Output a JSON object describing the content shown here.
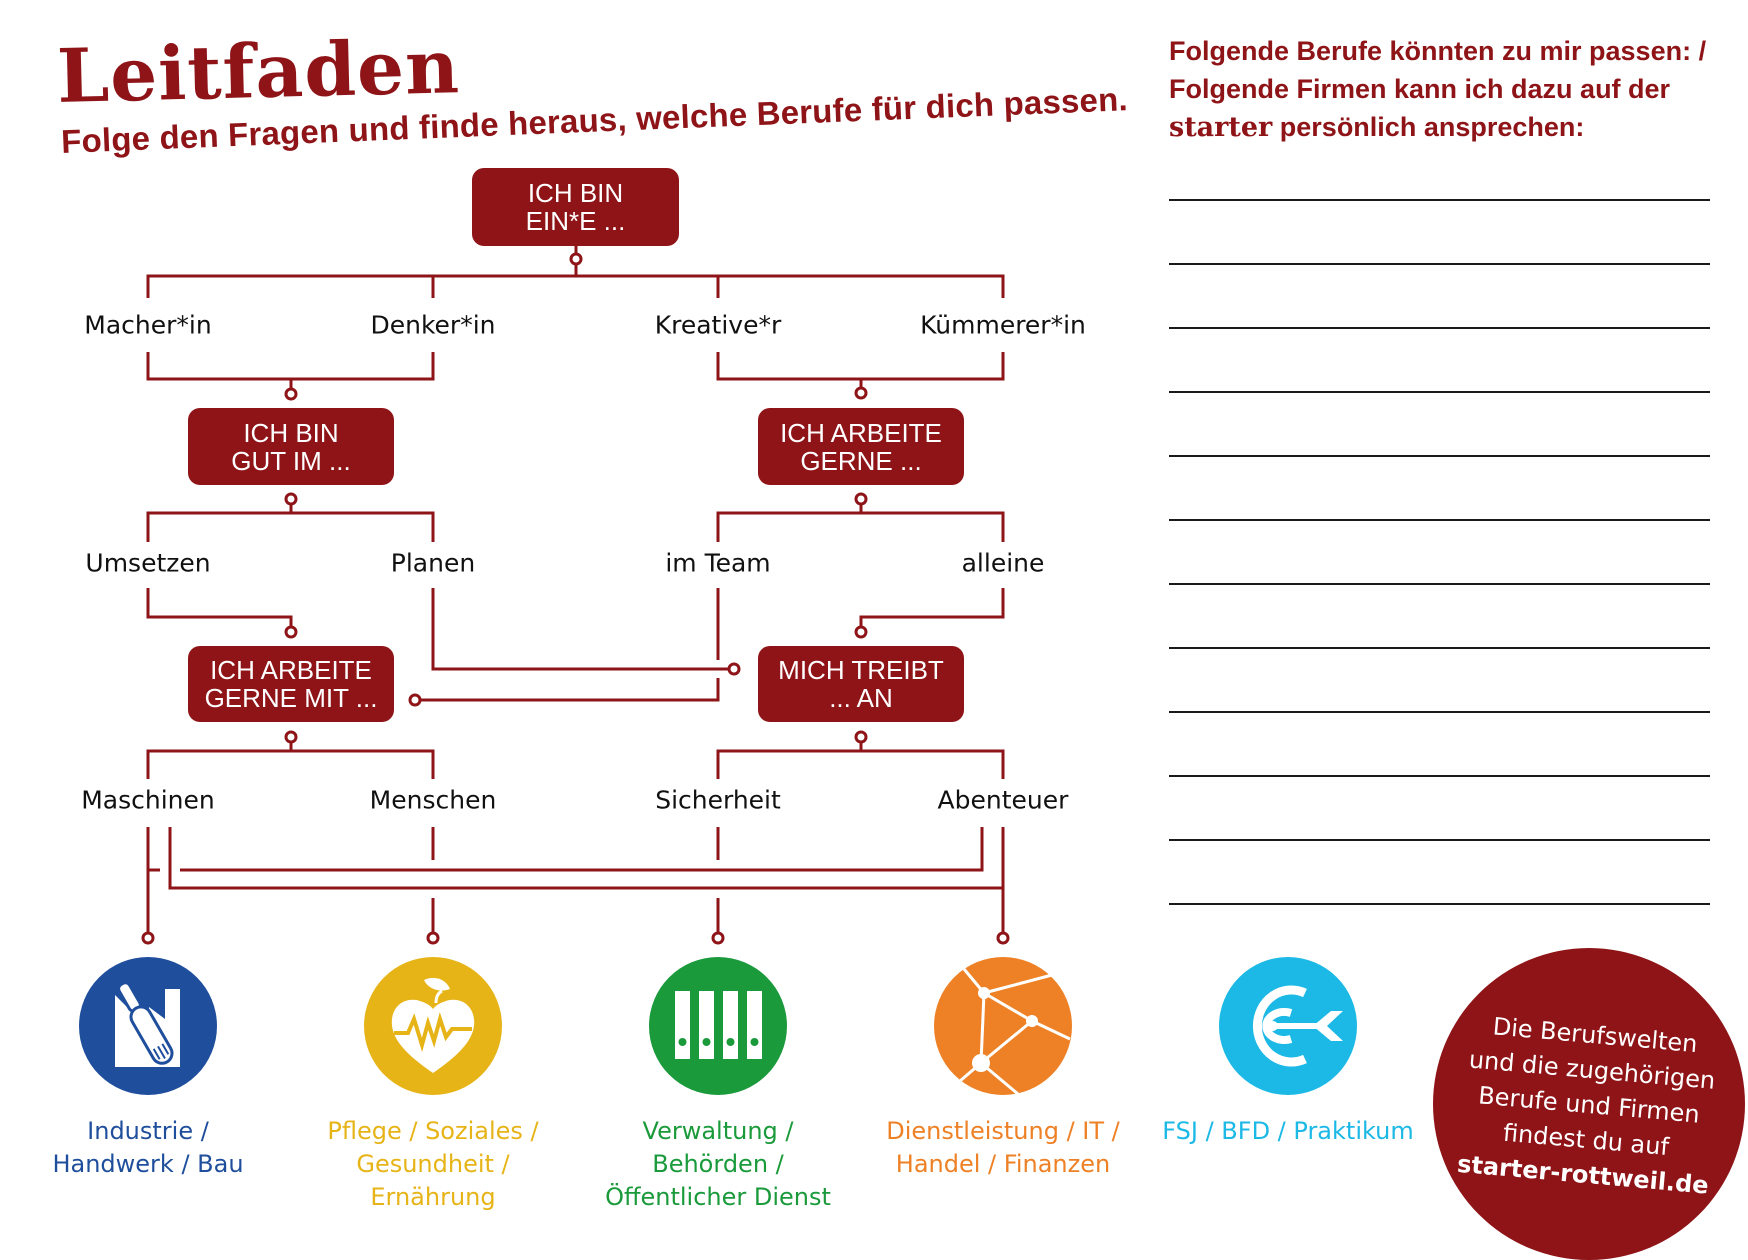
{
  "header": {
    "title": "Leitfaden",
    "subtitle": "Folge den Fragen und finde heraus, welche Berufe für dich passen."
  },
  "notes_panel": {
    "heading_line1": "Folgende Berufe könnten zu mir passen: /",
    "heading_line2": "Folgende Firmen kann ich dazu auf der",
    "heading_brand": "starter",
    "heading_line3_rest": " persönlich ansprechen:",
    "blank_lines": 12
  },
  "flow": {
    "q1": {
      "line1": "ICH BIN",
      "line2": "EIN*E ..."
    },
    "q1_options": [
      "Macher*in",
      "Denker*in",
      "Kreative*r",
      "Kümmerer*in"
    ],
    "q2a": {
      "line1": "ICH BIN",
      "line2": "GUT IM ..."
    },
    "q2a_options": [
      "Umsetzen",
      "Planen"
    ],
    "q2b": {
      "line1": "ICH ARBEITE",
      "line2": "GERNE ..."
    },
    "q2b_options": [
      "im Team",
      "alleine"
    ],
    "q3a": {
      "line1": "ICH ARBEITE",
      "line2": "GERNE MIT ..."
    },
    "q3a_options": [
      "Maschinen",
      "Menschen"
    ],
    "q3b": {
      "line1": "MICH TREIBT",
      "line2": "... AN"
    },
    "q3b_options": [
      "Sicherheit",
      "Abenteuer"
    ]
  },
  "categories": [
    {
      "icon": "factory-screwdriver-icon",
      "color": "#1f4f9c",
      "lines": [
        "Industrie /",
        "Handwerk / Bau"
      ]
    },
    {
      "icon": "apple-heartbeat-icon",
      "color": "#e7b418",
      "lines": [
        "Pflege / Soziales /",
        "Gesundheit /",
        "Ernährung"
      ]
    },
    {
      "icon": "binders-icon",
      "color": "#1a9a3b",
      "lines": [
        "Verwaltung /",
        "Behörden /",
        "Öffentlicher Dienst"
      ]
    },
    {
      "icon": "network-icon",
      "color": "#ee8126",
      "lines": [
        "Dienstleistung / IT /",
        "Handel / Finanzen"
      ]
    },
    {
      "icon": "target-arrow-icon",
      "color": "#1cb8e6",
      "lines": [
        "FSJ / BFD / Praktikum"
      ]
    }
  ],
  "promo": {
    "lines": [
      "Die Berufswelten",
      "und die zugehörigen",
      "Berufe und Firmen",
      "findest du auf"
    ],
    "url": "starter-rottweil.de"
  },
  "colors": {
    "brand_red": "#8e1418",
    "line_dark": "#1a1a1a"
  }
}
